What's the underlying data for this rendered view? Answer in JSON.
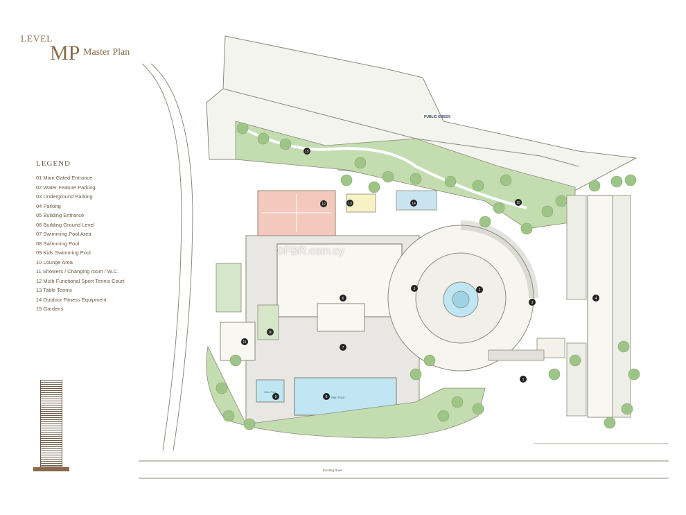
{
  "title": {
    "level": "LEVEL",
    "code": "MP",
    "name": "Master Plan"
  },
  "legend": {
    "title": "LEGEND",
    "items": [
      "01 Main Gated Entrance",
      "02 Water Feature Parking",
      "03 Underground Parking",
      "04 Parking",
      "05 Building Entrance",
      "06 Building Ground Level",
      "07 Swimming Pool Area",
      "08 Swimming Pool",
      "09 Kids Swimming Pool",
      "10 Lounge Area",
      "11 Showers / Changing room / W.C.",
      "12 Multi-Functional Sport Tennis Court",
      "13 Table Tennis",
      "14 Outdoor Fitness Equipment",
      "15 Gardens"
    ]
  },
  "plan_labels": {
    "public_green": "PUBLIC GREEN",
    "main_pool": "Main Pool",
    "kids_pool": "Kids Pool",
    "existing_road": "Existing Road"
  },
  "markers": [
    "1",
    "2",
    "3",
    "4",
    "5",
    "6",
    "7",
    "8",
    "9",
    "10",
    "11",
    "12",
    "13",
    "14",
    "15"
  ],
  "watermark": "©FBR.com.cy",
  "colors": {
    "green": "#b9d6a0",
    "tree": "#9ec487",
    "pool": "#bfe6f2",
    "court": "#f3c8bd",
    "line": "#8a8a7a",
    "ink": "#6b5a48",
    "paving": "#e9e7e3"
  }
}
